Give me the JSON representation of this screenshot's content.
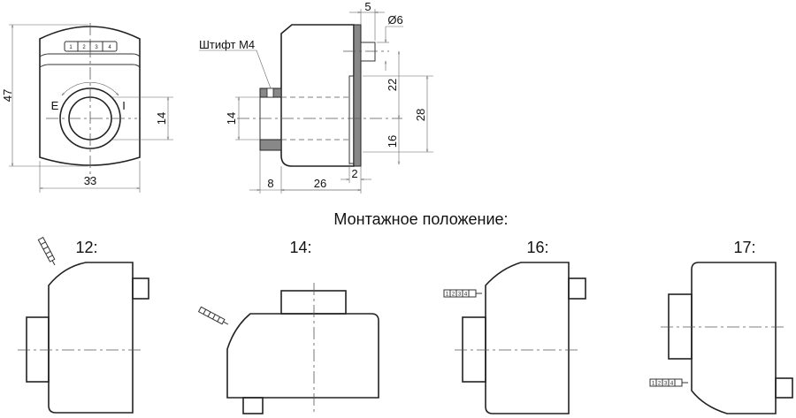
{
  "front_view": {
    "keypad": [
      "1",
      "2",
      "3",
      "4"
    ],
    "label_e": "E",
    "label_i": "I",
    "dim_height": "47",
    "dim_width": "33",
    "dim_knob": "14"
  },
  "side_view": {
    "pin_label": "Штифт М4",
    "dim_shaft": "14",
    "dim_8": "8",
    "dim_26": "26",
    "dim_2": "2",
    "dim_5": "5",
    "dim_d6": "Ø6",
    "dim_22": "22",
    "dim_16": "16",
    "dim_28": "28"
  },
  "mounting": {
    "title": "Монтажное положение:",
    "positions": [
      {
        "label": "12:"
      },
      {
        "label": "14:"
      },
      {
        "label": "16:"
      },
      {
        "label": "17:"
      }
    ],
    "keypad": [
      "1",
      "2",
      "3",
      "4"
    ]
  }
}
